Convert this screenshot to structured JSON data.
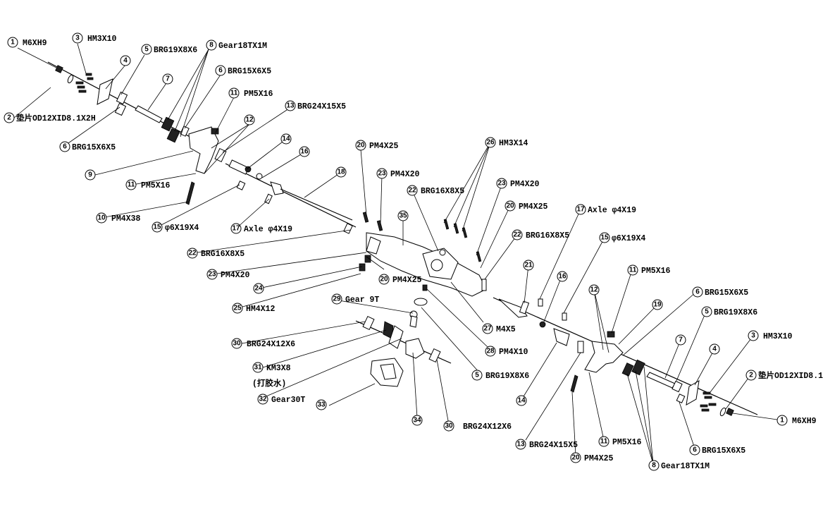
{
  "diagram": {
    "labels": [
      {
        "n": "1",
        "t": "M6XH9"
      },
      {
        "n": "3",
        "t": "HM3X10"
      },
      {
        "n": "4",
        "t": ""
      },
      {
        "n": "5",
        "t": "BRG19X8X6"
      },
      {
        "n": "8",
        "t": "Gear18TX1M"
      },
      {
        "n": "6",
        "t": "BRG15X6X5"
      },
      {
        "n": "7",
        "t": ""
      },
      {
        "n": "11",
        "t": "PM5X16"
      },
      {
        "n": "12",
        "t": ""
      },
      {
        "n": "13",
        "t": "BRG24X15X5"
      },
      {
        "n": "2",
        "t": "垫片OD12XID8.1X2H"
      },
      {
        "n": "6",
        "t": "BRG15X6X5"
      },
      {
        "n": "9",
        "t": ""
      },
      {
        "n": "11",
        "t": "PM5X16"
      },
      {
        "n": "10",
        "t": "PM4X38"
      },
      {
        "n": "14",
        "t": ""
      },
      {
        "n": "16",
        "t": ""
      },
      {
        "n": "15",
        "t": "φ6X19X4"
      },
      {
        "n": "17",
        "t": "Axle φ4X19"
      },
      {
        "n": "18",
        "t": ""
      },
      {
        "n": "20",
        "t": "PM4X25"
      },
      {
        "n": "23",
        "t": "PM4X20"
      },
      {
        "n": "26",
        "t": "HM3X14"
      },
      {
        "n": "22",
        "t": "BRG16X8X5"
      },
      {
        "n": "23",
        "t": "PM4X20"
      },
      {
        "n": "20",
        "t": "PM4X25"
      },
      {
        "n": "35",
        "t": ""
      },
      {
        "n": "22",
        "t": "BRG16X8X5"
      },
      {
        "n": "23",
        "t": "PM4X20"
      },
      {
        "n": "24",
        "t": ""
      },
      {
        "n": "20",
        "t": "PM4X25"
      },
      {
        "n": "25",
        "t": "HM4X12"
      },
      {
        "n": "17",
        "t": "Axle φ4X19"
      },
      {
        "n": "22",
        "t": "BRG16X8X5"
      },
      {
        "n": "15",
        "t": "φ6X19X4"
      },
      {
        "n": "21",
        "t": ""
      },
      {
        "n": "16",
        "t": ""
      },
      {
        "n": "11",
        "t": "PM5X16"
      },
      {
        "n": "12",
        "t": ""
      },
      {
        "n": "6",
        "t": "BRG15X6X5"
      },
      {
        "n": "19",
        "t": ""
      },
      {
        "n": "5",
        "t": "BRG19X8X6"
      },
      {
        "n": "29",
        "t": "Gear 9T"
      },
      {
        "n": "27",
        "t": "M4X5"
      },
      {
        "n": "3",
        "t": "HM3X10"
      },
      {
        "n": "7",
        "t": ""
      },
      {
        "n": "4",
        "t": ""
      },
      {
        "n": "30",
        "t": "BRG24X12X6"
      },
      {
        "n": "28",
        "t": "PM4X10"
      },
      {
        "n": "2",
        "t": "垫片OD12XID8.1X2H"
      },
      {
        "n": "31",
        "t": "KM3X8"
      },
      {
        "n": "5",
        "t": "BRG19X8X6"
      },
      {
        "n": "1",
        "t": "M6XH9"
      },
      {
        "n": "14",
        "t": ""
      },
      {
        "n": "32",
        "t": "Gear30T"
      },
      {
        "n": "33",
        "t": ""
      },
      {
        "n": "34",
        "t": ""
      },
      {
        "n": "30",
        "t": "BRG24X12X6"
      },
      {
        "n": "13",
        "t": "BRG24X15X5"
      },
      {
        "n": "11",
        "t": "PM5X16"
      },
      {
        "n": "6",
        "t": "BRG15X6X5"
      },
      {
        "n": "20",
        "t": "PM4X25"
      },
      {
        "n": "8",
        "t": "Gear18TX1M"
      }
    ],
    "note": "(打胶水)"
  }
}
